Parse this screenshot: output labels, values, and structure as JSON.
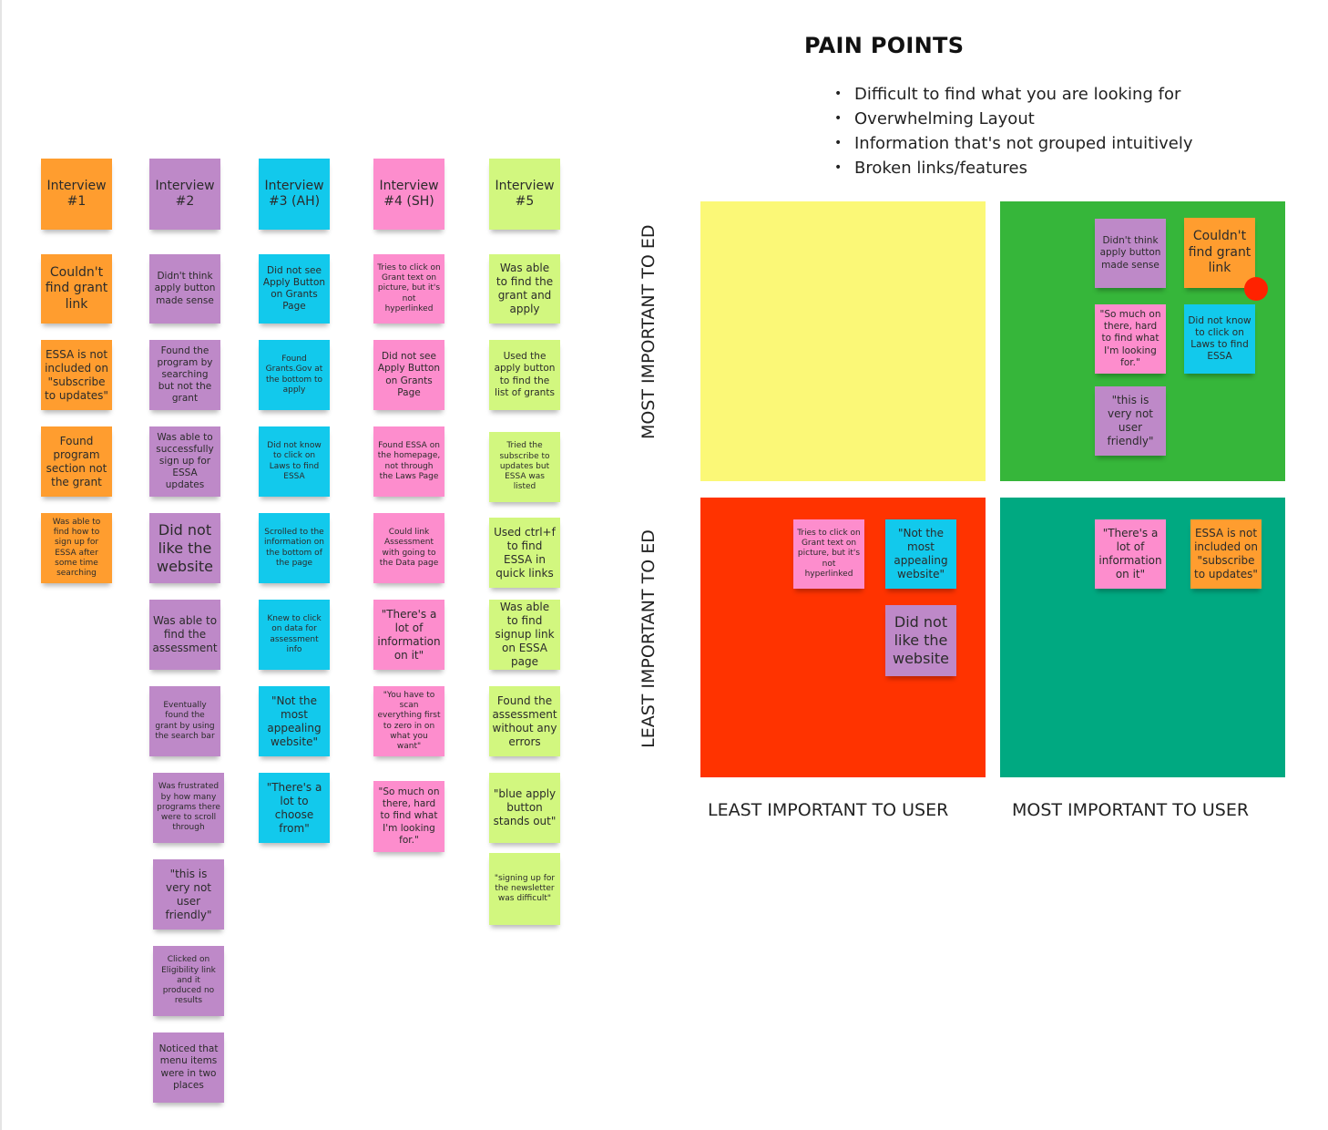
{
  "header": {
    "title": "PAIN POINTS",
    "bullets": [
      "Difficult to find what you are looking for",
      "Overwhelming Layout",
      "Information that's not grouped intuitively",
      "Broken links/features"
    ]
  },
  "interviews": {
    "i1": {
      "header": "Interview #1",
      "notes": [
        "Couldn't find grant link",
        "ESSA is not included on \"subscribe to updates\"",
        "Found program section not the grant",
        "Was able to find how to sign up for ESSA after some time searching"
      ]
    },
    "i2": {
      "header": "Interview #2",
      "notes": [
        "Didn't think apply button made sense",
        "Found the program by searching but not the grant",
        "Was able to successfully sign up for ESSA updates",
        "Did not like the website",
        "Was able to find the assessment",
        "Eventually found the grant by using the search bar",
        "Was frustrated by how many programs there were to scroll through",
        "\"this is very not user friendly\"",
        "Clicked on Eligibility link and it produced no results",
        "Noticed that menu items were in two places"
      ]
    },
    "i3": {
      "header": "Interview #3 (AH)",
      "notes": [
        "Did not see Apply Button on Grants Page",
        "Found Grants.Gov at the bottom to apply",
        "Did not know to click on Laws to find ESSA",
        "Scrolled to the information on the bottom of the page",
        "Knew to click on data for assessment info",
        "\"Not the most appealing website\"",
        "\"There's a lot to choose from\""
      ]
    },
    "i4": {
      "header": "Interview #4 (SH)",
      "notes": [
        "Tries to click on Grant text on picture, but it's not hyperlinked",
        "Did not see Apply Button on Grants Page",
        "Found ESSA on the homepage, not through the Laws Page",
        "Could link Assessment with going to the Data page",
        "\"There's a lot of information on it\"",
        "\"You have to scan everything first to zero in on what you want\"",
        "\"So much on there, hard to find what I'm looking for.\""
      ]
    },
    "i5": {
      "header": "Interview #5",
      "notes": [
        "Was able to find the grant and apply",
        "Used the apply button to find the list of grants",
        "Tried the subscribe to updates but ESSA was listed",
        "Used ctrl+f to find ESSA in quick links",
        "Was able to find signup link on ESSA page",
        "Found the assessment without any errors",
        "\"blue apply button stands out\"",
        "\"signing up for the newsletter was difficult\""
      ]
    }
  },
  "matrix": {
    "y_top_label": "MOST IMPORTANT TO ED",
    "y_bottom_label": "LEAST IMPORTANT TO ED",
    "x_left_label": "LEAST IMPORTANT TO USER",
    "x_right_label": "MOST IMPORTANT TO USER",
    "quadrant_colors": {
      "yellow": "#fbf877",
      "green": "#36b63a",
      "red": "#ff3300",
      "teal": "#00a981"
    },
    "green_notes": [
      "Didn't think apply button made sense",
      "Couldn't find grant link",
      "\"So much on there, hard to find what I'm looking for.\"",
      "Did not know to click on Laws to find ESSA",
      "\"this is very not user friendly\""
    ],
    "red_notes": [
      "Tries to click on Grant text on picture, but it's not hyperlinked",
      "\"Not the most appealing website\"",
      "Did not like the website"
    ],
    "teal_notes": [
      "\"There's a lot of information on it\"",
      "ESSA is not included on \"subscribe to updates\""
    ]
  }
}
